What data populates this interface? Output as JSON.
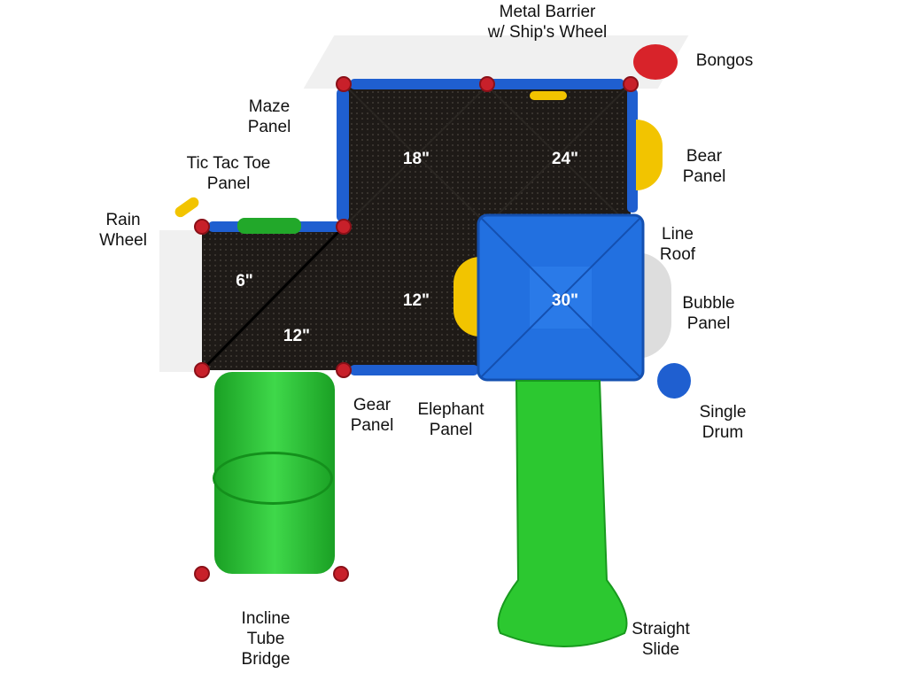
{
  "labels": {
    "metal_barrier": [
      "Metal Barrier",
      "w/ Ship's Wheel"
    ],
    "bongos": [
      "Bongos"
    ],
    "maze_panel": [
      "Maze",
      "Panel"
    ],
    "tic_tac_toe": [
      "Tic Tac Toe",
      "Panel"
    ],
    "rain_wheel": [
      "Rain",
      "Wheel"
    ],
    "bear_panel": [
      "Bear",
      "Panel"
    ],
    "line_roof": [
      "Line",
      "Roof"
    ],
    "bubble_panel": [
      "Bubble",
      "Panel"
    ],
    "single_drum": [
      "Single",
      "Drum"
    ],
    "gear_panel": [
      "Gear",
      "Panel"
    ],
    "elephant_panel": [
      "Elephant",
      "Panel"
    ],
    "incline_tube_bridge": [
      "Incline",
      "Tube",
      "Bridge"
    ],
    "straight_slide": [
      "Straight",
      "Slide"
    ]
  },
  "deck_heights": {
    "upper_left": "18\"",
    "upper_right": "24\"",
    "left_top": "6\"",
    "left_bottom": "12\"",
    "middle": "12\"",
    "roof": "30\""
  },
  "colors": {
    "deck": "#1e1a17",
    "rail": "#1f5fd0",
    "green": "#22c02a",
    "red": "#d8232a",
    "yellow": "#f2c400"
  }
}
